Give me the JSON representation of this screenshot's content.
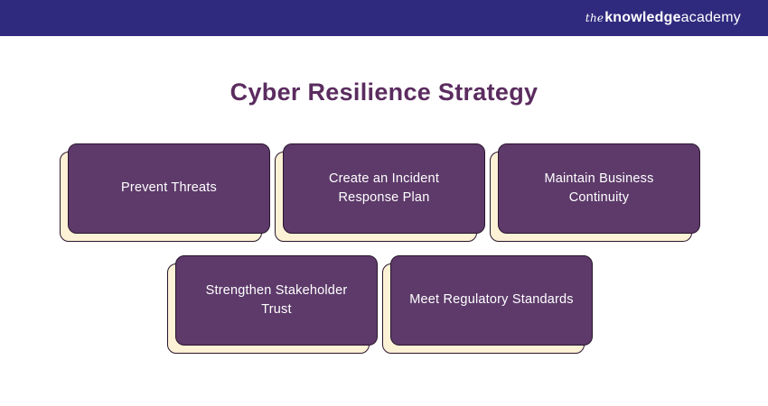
{
  "header": {
    "logo_the": "the",
    "logo_knowledge": "knowledge",
    "logo_academy": "academy"
  },
  "title": "Cyber Resilience Strategy",
  "cards": [
    {
      "label": "Prevent Threats"
    },
    {
      "label": "Create an Incident Response Plan"
    },
    {
      "label": "Maintain Business Continuity"
    },
    {
      "label": "Strengthen Stakeholder Trust"
    },
    {
      "label": "Meet Regulatory Standards"
    }
  ],
  "colors": {
    "header_bg": "#2f2a7e",
    "card_purple": "#5d3a6a",
    "cream": "#fdf1d6",
    "border_dark": "#2a152e",
    "title_purple": "#5b2c5f"
  }
}
